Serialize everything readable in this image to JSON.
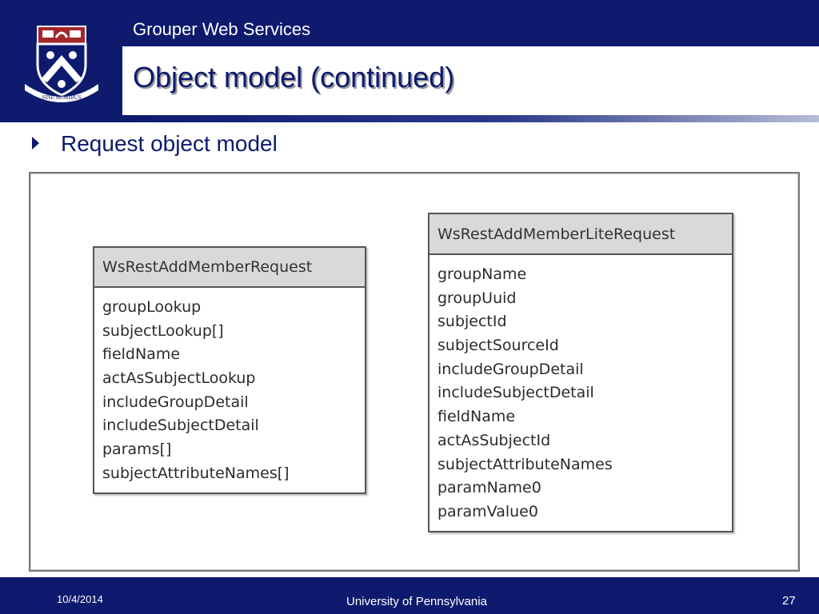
{
  "header": {
    "title": "Grouper Web Services",
    "slide_title": "Object model (continued)"
  },
  "bullet": {
    "text": "Request object model"
  },
  "diagram": {
    "classes": [
      {
        "name": "WsRestAddMemberRequest",
        "attributes": [
          "groupLookup",
          "subjectLookup[]",
          "fieldName",
          "actAsSubjectLookup",
          "includeGroupDetail",
          "includeSubjectDetail",
          "params[]",
          "subjectAttributeNames[]"
        ]
      },
      {
        "name": "WsRestAddMemberLiteRequest",
        "attributes": [
          "groupName",
          "groupUuid",
          "subjectId",
          "subjectSourceId",
          "includeGroupDetail",
          "includeSubjectDetail",
          "fieldName",
          "actAsSubjectId",
          "subjectAttributeNames",
          "paramName0",
          "paramValue0"
        ]
      }
    ]
  },
  "footer": {
    "date": "10/4/2014",
    "organization": "University of Pennsylvania",
    "page_number": "27"
  },
  "logo": {
    "motto": "SINE MORIBUS"
  },
  "colors": {
    "brand_navy": "#0d1a6e",
    "shield_red": "#a3262a"
  }
}
